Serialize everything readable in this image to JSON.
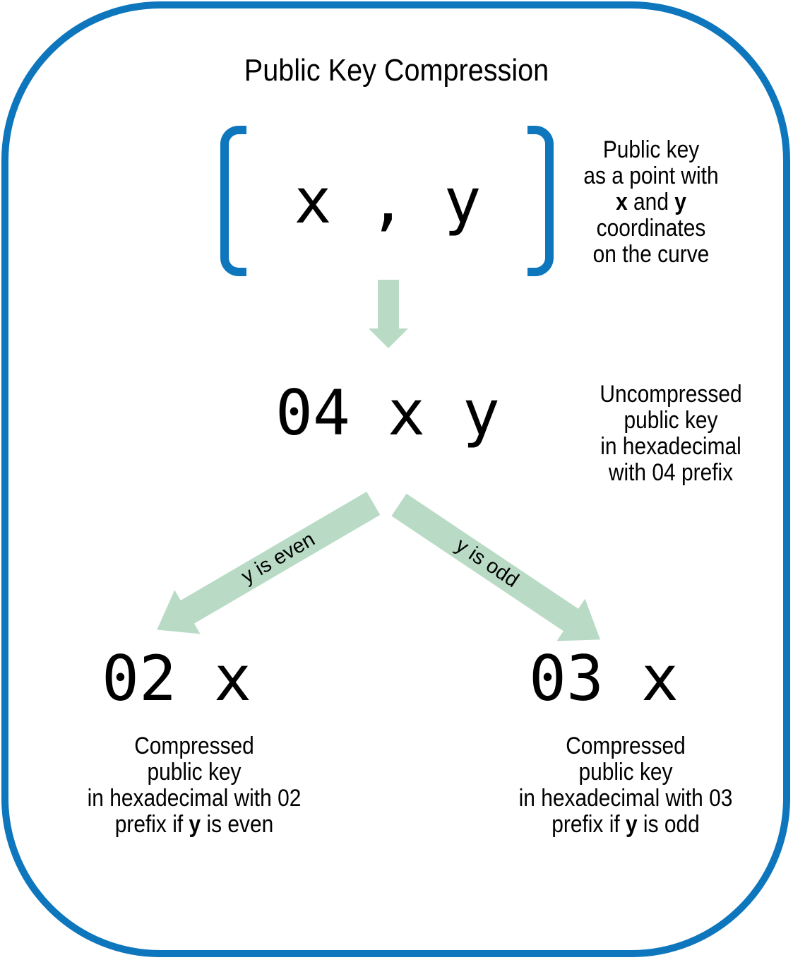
{
  "title": "Public Key Compression",
  "colors": {
    "blue": "#0E76BC",
    "green": "#B9DBC6"
  },
  "nodes": {
    "point": "x , y",
    "uncompressed": "04 x y",
    "compressed_even": "02 x",
    "compressed_odd": "03 x"
  },
  "notes": {
    "point": {
      "l1": "Public key",
      "l2": "as a point with",
      "l3a": "x",
      "l3b": " and ",
      "l3c": "y",
      "l4": "coordinates",
      "l5": "on the curve"
    },
    "uncompressed": {
      "l1": "Uncompressed",
      "l2": "public key",
      "l3": "in hexadecimal",
      "l4": "with 04 prefix"
    },
    "even": {
      "l1": "Compressed",
      "l2": "public key",
      "l3": "in hexadecimal with 02",
      "l4a": "prefix if ",
      "l4b": "y",
      "l4c": " is even"
    },
    "odd": {
      "l1": "Compressed",
      "l2": "public key",
      "l3": "in hexadecimal with 03",
      "l4a": "prefix if ",
      "l4b": "y",
      "l4c": " is odd"
    }
  },
  "arrows": {
    "left_label": "y is even",
    "right_label": "y is odd"
  }
}
